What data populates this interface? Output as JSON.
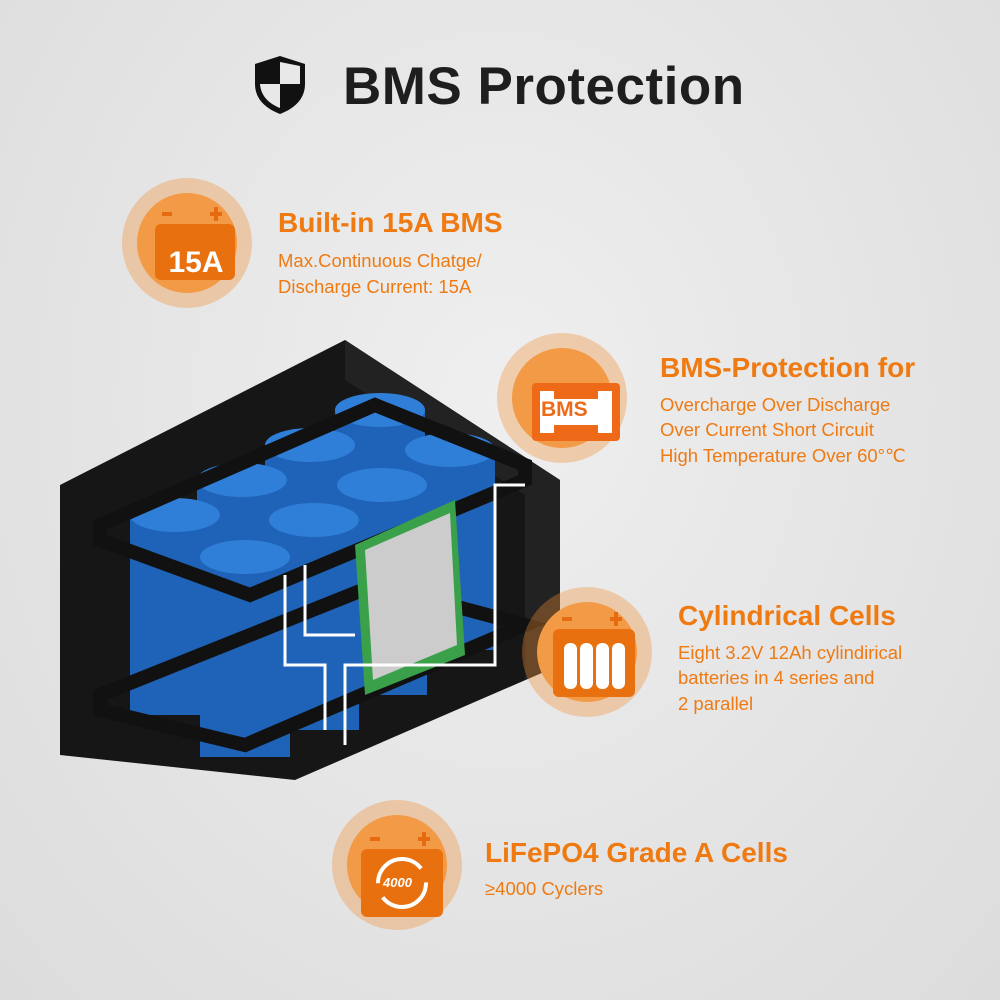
{
  "header": {
    "title": "BMS Protection",
    "icon": "shield-icon"
  },
  "colors": {
    "accent": "#ef7a12",
    "cell_blue": "#1f63b8",
    "case": "#141414"
  },
  "features": [
    {
      "icon": "battery-15a-icon",
      "badge": "15A",
      "title": "Built-in 15A BMS",
      "lines": [
        "Max.Continuous Chatge/",
        "Discharge Current: 15A"
      ]
    },
    {
      "icon": "bms-chip-icon",
      "badge": "BMS",
      "title": "BMS-Protection for",
      "lines": [
        "Overcharge Over Discharge",
        "Over Current Short Circuit",
        "High Temperature Over 60°℃"
      ]
    },
    {
      "icon": "cylindrical-cells-icon",
      "title": "Cylindrical Cells",
      "lines": [
        "Eight 3.2V 12Ah cylindirical",
        "batteries in 4 series and",
        "2 parallel"
      ]
    },
    {
      "icon": "cycle-battery-icon",
      "badge": "4000",
      "title": "LiFePO4 Grade A Cells",
      "lines": [
        "≥4000 Cyclers"
      ]
    }
  ]
}
